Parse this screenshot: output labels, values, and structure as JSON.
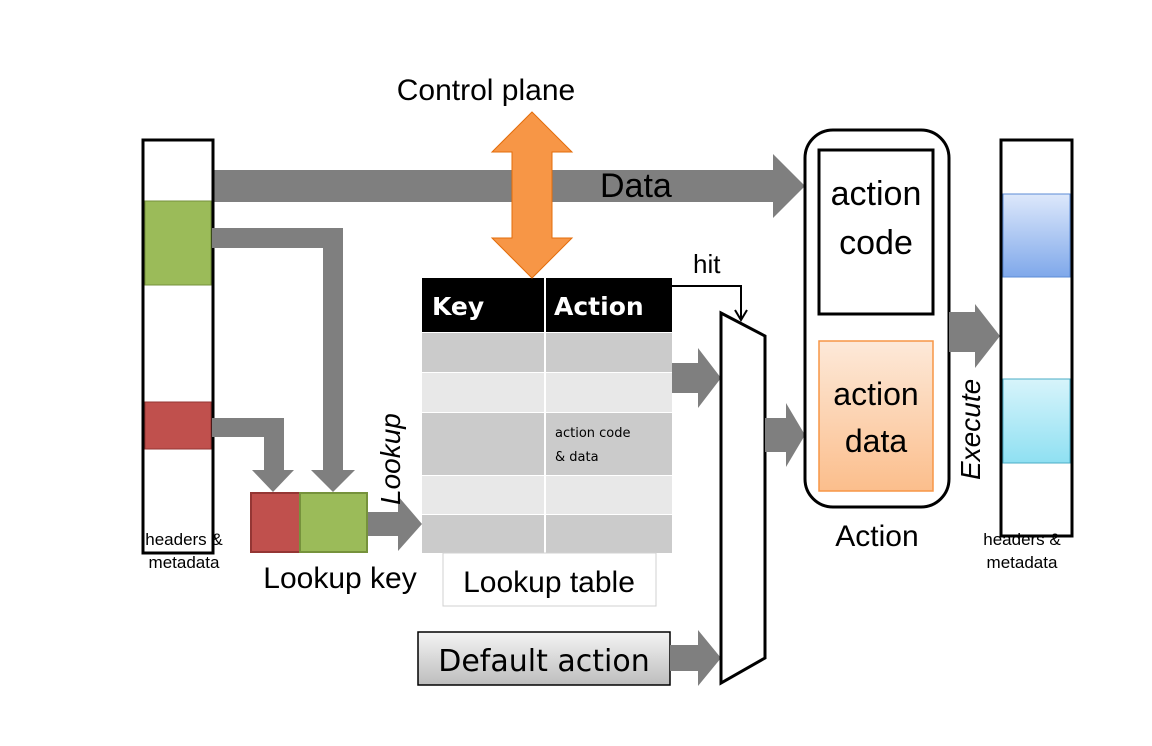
{
  "labels": {
    "control_plane": "Control plane",
    "data": "Data",
    "hit": "hit",
    "lookup": "Lookup",
    "lookup_key": "Lookup key",
    "lookup_table": "Lookup table",
    "default_action": "Default action",
    "action_code_line1": "action",
    "action_code_line2": "code",
    "action_data_line1": "action",
    "action_data_line2": "data",
    "execute": "Execute",
    "action": "Action",
    "left_headers_line1": "headers &",
    "left_headers_line2": "metadata",
    "right_headers_line1": "headers &",
    "right_headers_line2": "metadata"
  },
  "table": {
    "headers": [
      "Key",
      "Action"
    ],
    "rows": [
      [
        "",
        ""
      ],
      [
        "",
        ""
      ],
      [
        "",
        "action code\n& data"
      ],
      [
        "",
        ""
      ],
      [
        "",
        ""
      ]
    ],
    "entry_line1": "action code",
    "entry_line2": "& data"
  },
  "colors": {
    "arrow_gray": "#7f7f7f",
    "orange": "#f79646",
    "green": "#9bbb59",
    "red": "#c0504d",
    "header_black": "#000000",
    "row_dark": "#cbcbcb",
    "row_light": "#e8e8e8"
  }
}
